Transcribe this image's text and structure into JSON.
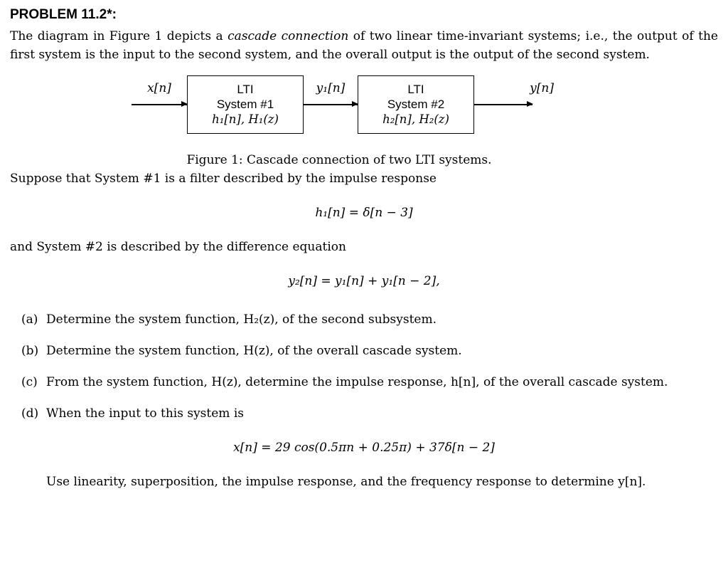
{
  "problem": {
    "title": "PROBLEM 11.2*:",
    "intro": {
      "pre": "The diagram in Figure 1 depicts a ",
      "em": "cascade connection",
      "post": " of two linear time-invariant systems; i.e., the output of the first system is the input to the second system, and the overall output is the output of the second system."
    },
    "para_system1": "Suppose that System #1 is a filter described by the impulse response",
    "eq_h1": "h₁[n] = δ[n − 3]",
    "para_system2": "and System #2 is described by the difference equation",
    "eq_y2": "y₂[n] = y₁[n] + y₁[n − 2],",
    "parts": [
      {
        "label": "(a)",
        "text": "Determine the system function, H₂(z), of the second subsystem."
      },
      {
        "label": "(b)",
        "text": "Determine the system function, H(z), of the overall cascade system."
      },
      {
        "label": "(c)",
        "text": "From the system function, H(z), determine the impulse response, h[n], of the overall cascade system."
      },
      {
        "label": "(d)",
        "text": "When the input to this system is"
      }
    ],
    "eq_input": "x[n] = 29 cos(0.5πn + 0.25π) + 37δ[n − 2]",
    "closing": "Use linearity, superposition, the impulse response, and the frequency response to determine y[n]."
  },
  "figure": {
    "input_label": "x[n]",
    "mid_label": "y₁[n]",
    "output_label": "y[n]",
    "box1": {
      "type": "LTI",
      "name": "System #1",
      "response": "h₁[n], H₁(z)"
    },
    "box2": {
      "type": "LTI",
      "name": "System #2",
      "response": "h₂[n], H₂(z)"
    },
    "caption": "Figure 1: Cascade connection of two LTI systems."
  }
}
